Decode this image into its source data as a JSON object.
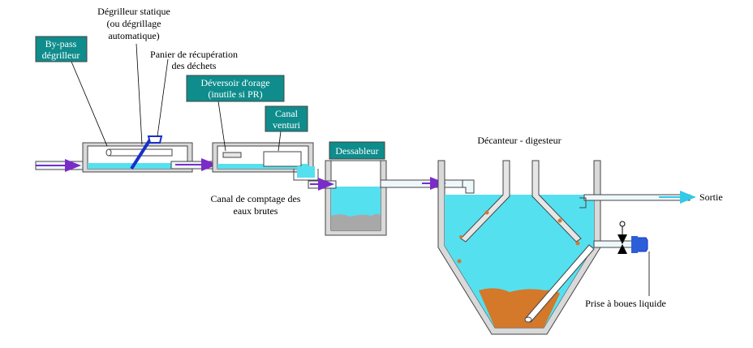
{
  "labels": {
    "bypass_line1": "By-pass",
    "bypass_line2": "dégrilleur",
    "degrilleur_line1": "Dégrilleur statique",
    "degrilleur_line2": "(ou dégrillage",
    "degrilleur_line3": "automatique)",
    "panier_line1": "Panier de récupération",
    "panier_line2": "des déchets",
    "deversoir_line1": "Déversoir d'orage",
    "deversoir_line2": "(inutile si PR)",
    "canal_venturi_line1": "Canal",
    "canal_venturi_line2": "venturi",
    "dessableur": "Dessableur",
    "decanteur": "Décanteur - digesteur",
    "sortie": "Sortie",
    "comptage_line1": "Canal de comptage des",
    "comptage_line2": "eaux brutes",
    "prise_boues": "Prise à boues liquide"
  },
  "colors": {
    "label_box": "#0f8c8c",
    "water": "#55e0f0",
    "arrow": "#7a2cc8",
    "screen": "#1a2fc8",
    "sludge": "#d4782a",
    "grit": "#a8a8a8",
    "valve_blue": "#2b5fd9"
  }
}
